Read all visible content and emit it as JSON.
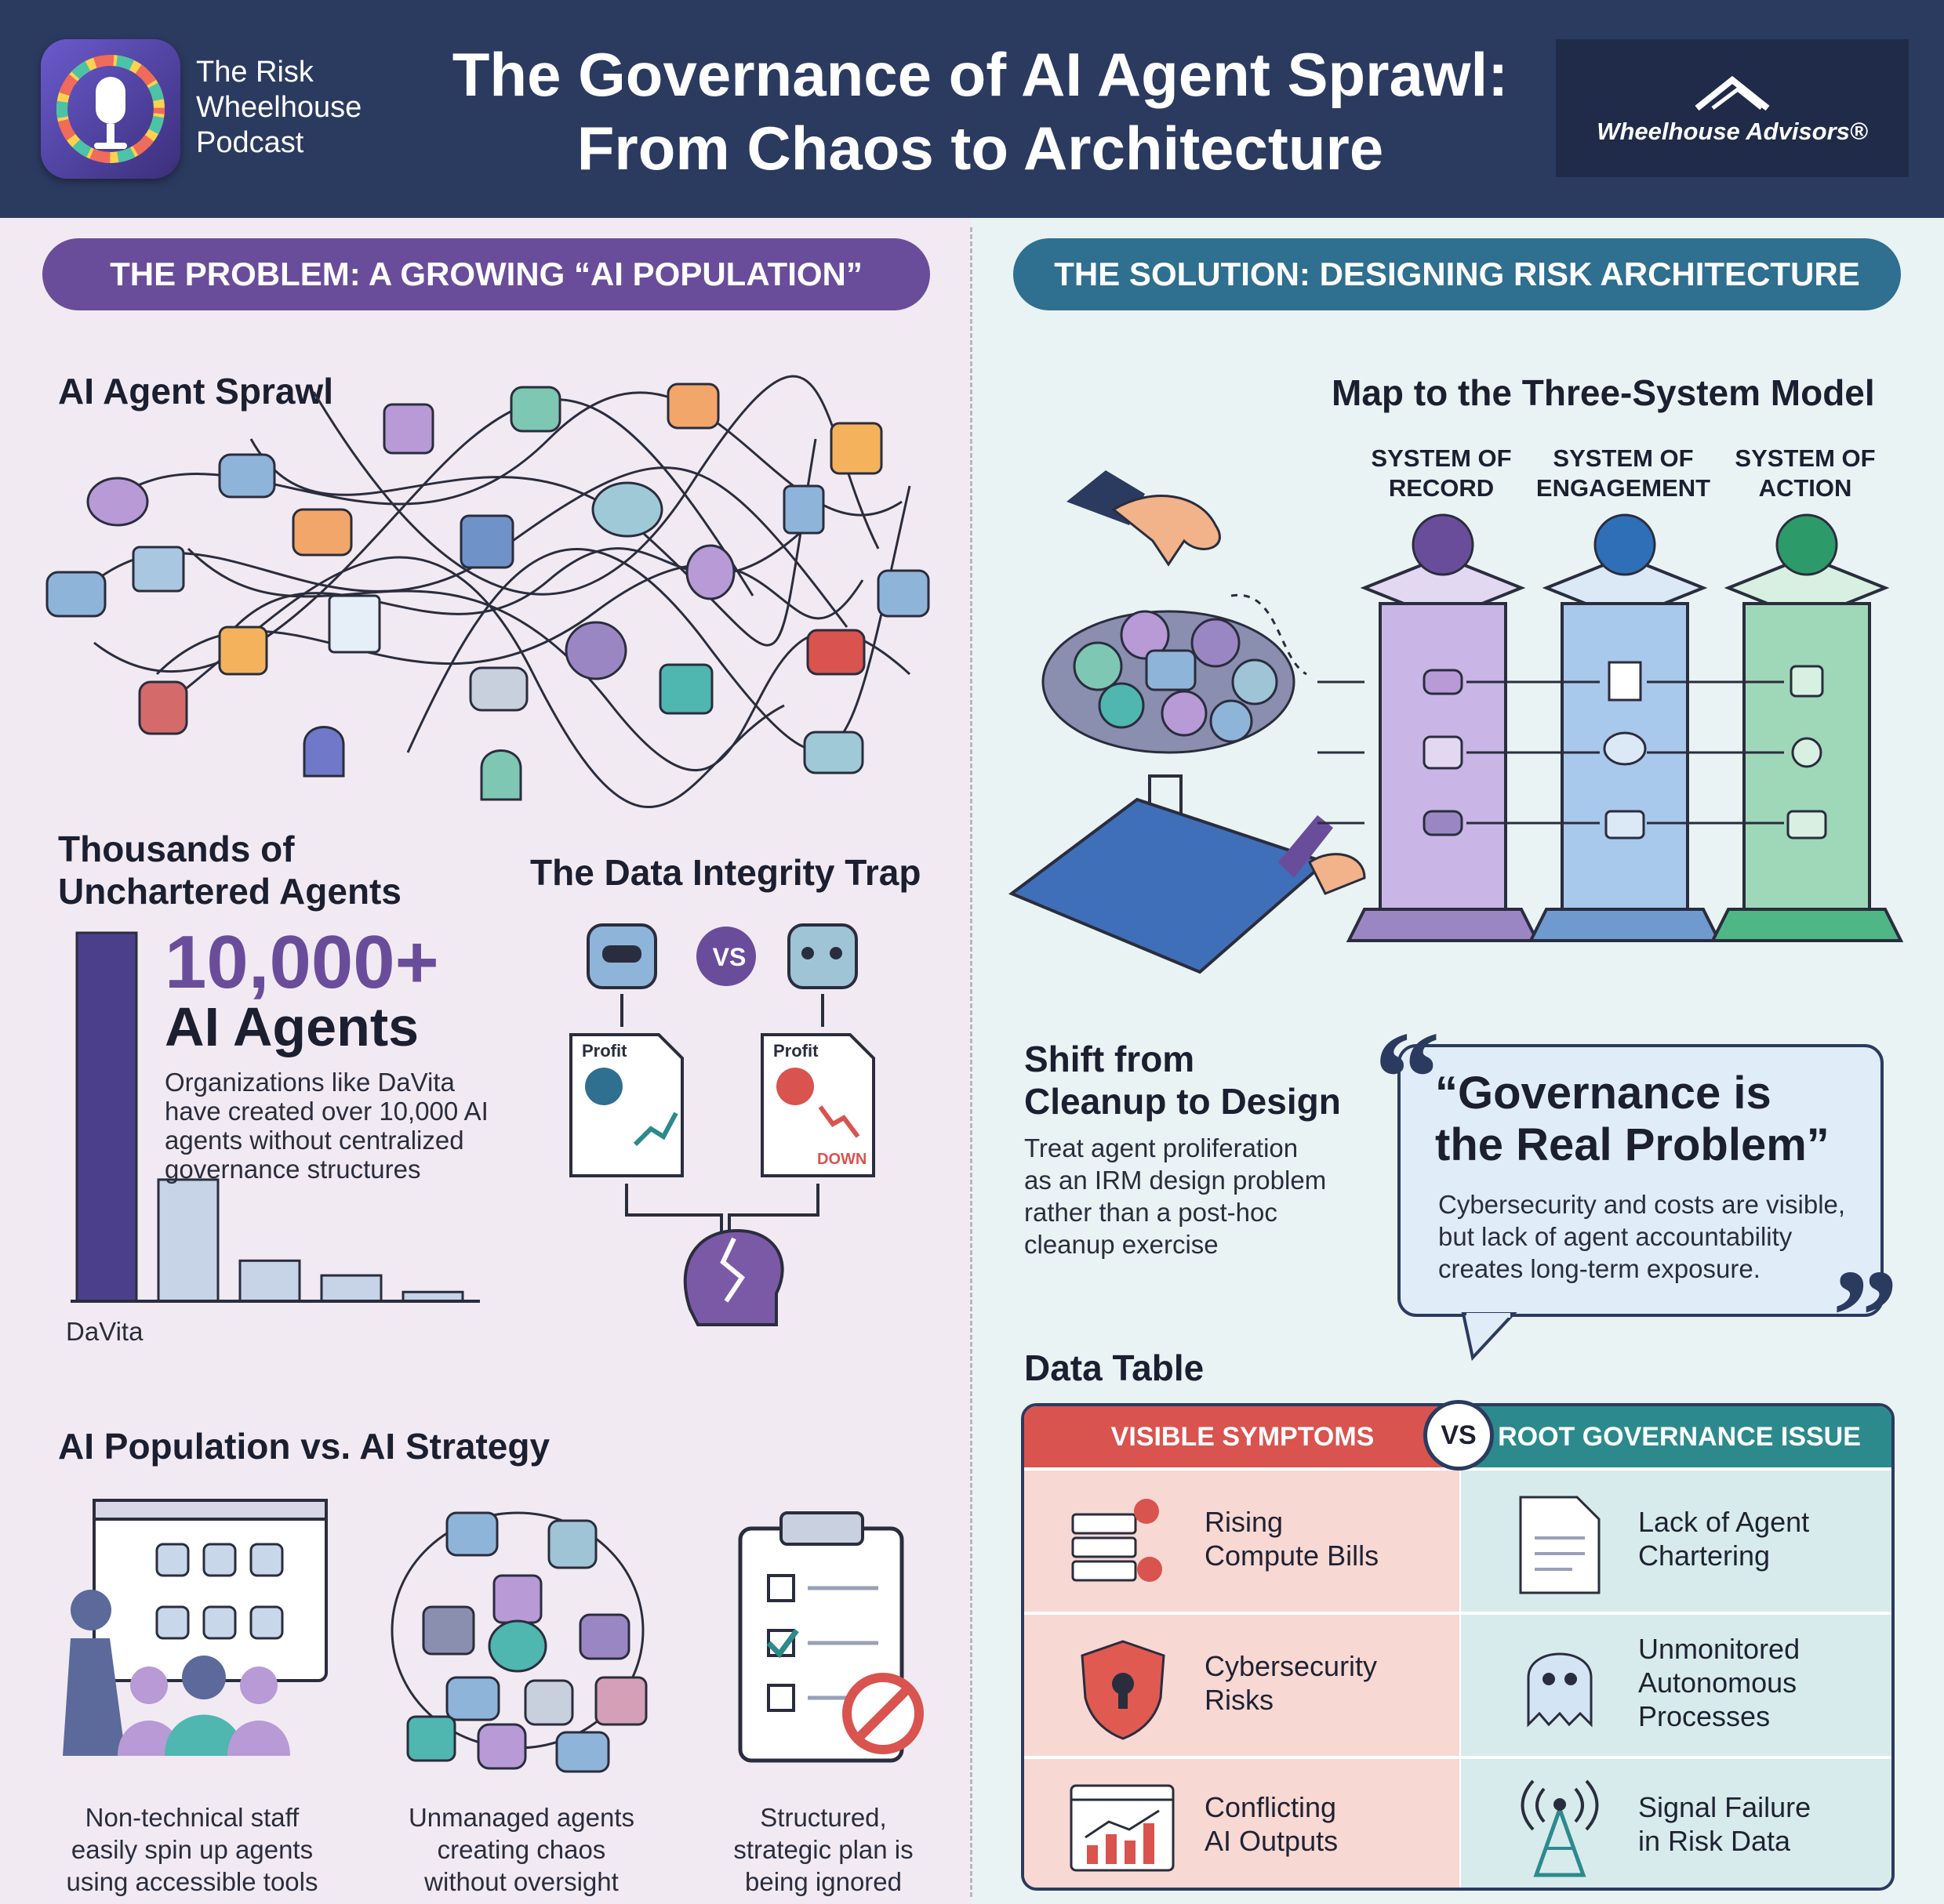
{
  "header": {
    "podcast_line1": "The Risk",
    "podcast_line2": "Wheelhouse",
    "podcast_line3": "Podcast",
    "title_line1": "The Governance of AI Agent Sprawl:",
    "title_line2": "From Chaos to Architecture",
    "advisor": "Wheelhouse Advisors®"
  },
  "problem": {
    "pill": "THE PROBLEM: A GROWING “AI POPULATION”",
    "sprawl_title": "AI Agent Sprawl",
    "thousands_title_1": "Thousands of",
    "thousands_title_2": "Unchartered Agents",
    "big_number": "10,000+",
    "big_label": "AI Agents",
    "desc_1": "Organizations like DaVita",
    "desc_2": "have created over 10,000 AI",
    "desc_3": "agents without centralized",
    "desc_4": "governance structures",
    "bar_label": "DaVita",
    "bars": [
      1.0,
      0.33,
      0.11,
      0.07,
      0.025
    ],
    "integrity_title": "The Data Integrity Trap",
    "vs": "VS",
    "profit": "Profit",
    "down": "DOWN",
    "population_title": "AI Population vs. AI Strategy",
    "cap1": [
      "Non-technical staff",
      "easily spin up agents",
      "using accessible tools"
    ],
    "cap2": [
      "Unmanaged agents",
      "creating chaos",
      "without oversight"
    ],
    "cap3": [
      "Structured,",
      "strategic plan is",
      "being ignored"
    ]
  },
  "solution": {
    "pill": "THE SOLUTION: DESIGNING RISK ARCHITECTURE",
    "map_title": "Map to the Three-System Model",
    "sys1": [
      "SYSTEM OF",
      "RECORD"
    ],
    "sys2": [
      "SYSTEM OF",
      "ENGAGEMENT"
    ],
    "sys3": [
      "SYSTEM OF",
      "ACTION"
    ],
    "shift_title_1": "Shift from",
    "shift_title_2": "Cleanup to Design",
    "shift_text": [
      "Treat agent proliferation",
      "as an IRM design problem",
      "rather than a post-hoc",
      "cleanup exercise"
    ],
    "quote_title_1": "“Governance is",
    "quote_title_2": "the Real Problem”",
    "quote_text": "Cybersecurity and costs are visible, but lack of agent accountability creates long-term exposure.",
    "quote_open": "“",
    "quote_close": "”",
    "table_title": "Data Table",
    "table_head_left": "VISIBLE SYMPTOMS",
    "table_head_right": "ROOT GOVERNANCE ISSUE",
    "table_vs": "VS",
    "rows": [
      {
        "left": [
          "Rising",
          "Compute Bills"
        ],
        "right": [
          "Lack of Agent",
          "Chartering"
        ]
      },
      {
        "left": [
          "Cybersecurity",
          "Risks"
        ],
        "right": [
          "Unmonitored",
          "Autonomous",
          "Processes"
        ]
      },
      {
        "left": [
          "Conflicting",
          "AI Outputs"
        ],
        "right": [
          "Signal Failure",
          "in Risk Data"
        ]
      }
    ]
  },
  "colors": {
    "header": "#2b3a5f",
    "purple": "#6a4d9a",
    "teal": "#2d8a8c",
    "red": "#d9534f",
    "blue_pillar": "#a8c8ec",
    "green_pillar": "#9fd8b8",
    "purple_pillar": "#c9b5e6"
  }
}
